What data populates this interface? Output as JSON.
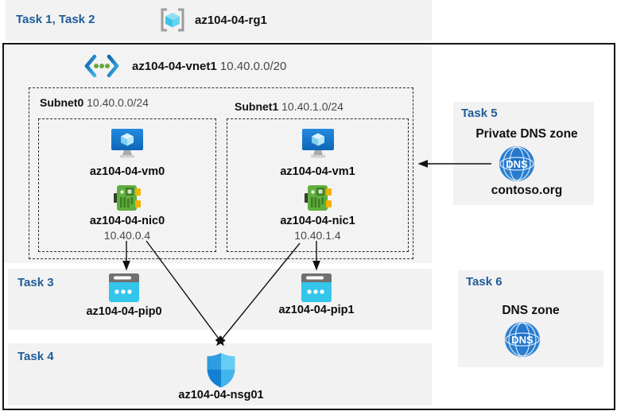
{
  "colors": {
    "accent": "#1f5c99",
    "panel": "#f2f2f2",
    "line": "#1a1a1a",
    "muted-text": "#474747"
  },
  "header": {
    "tasks": "Task 1, Task 2",
    "resource_group": "az104-04-rg1"
  },
  "vnet": {
    "name": "az104-04-vnet1",
    "cidr": "10.40.0.0/20",
    "subnets": [
      {
        "name": "Subnet0",
        "cidr": "10.40.0.0/24",
        "vm": "az104-04-vm0",
        "nic": "az104-04-nic0",
        "ip": "10.40.0.4"
      },
      {
        "name": "Subnet1",
        "cidr": "10.40.1.0/24",
        "vm": "az104-04-vm1",
        "nic": "az104-04-nic1",
        "ip": "10.40.1.4"
      }
    ]
  },
  "task3": {
    "label": "Task 3",
    "pips": [
      "az104-04-pip0",
      "az104-04-pip1"
    ]
  },
  "task4": {
    "label": "Task 4",
    "nsg": "az104-04-nsg01"
  },
  "task5": {
    "label": "Task 5",
    "title": "Private DNS zone",
    "zone": "contoso.org"
  },
  "task6": {
    "label": "Task 6",
    "title": "DNS zone"
  },
  "icons": {
    "dns_label": "DNS"
  }
}
